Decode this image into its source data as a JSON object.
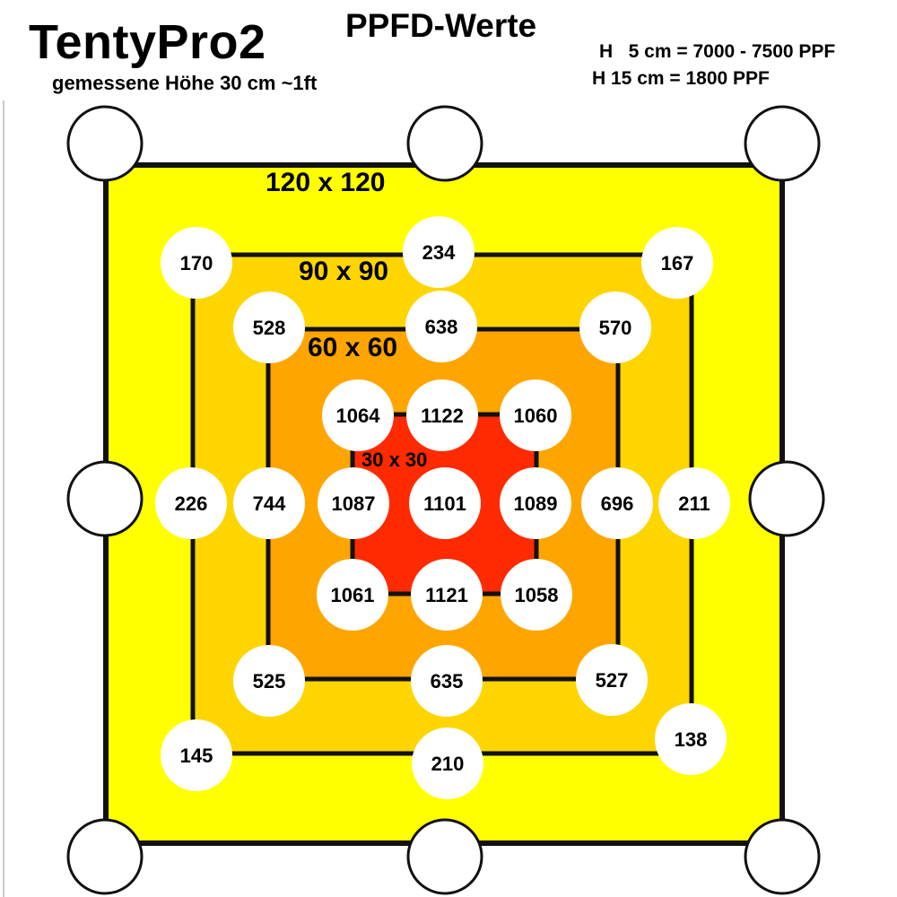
{
  "header": {
    "brand": "TentyPro2",
    "subtitle": "gemessene Höhe 30 cm ~1ft",
    "heading": "PPFD-Werte",
    "note_line1": "H   5 cm = 7000 - 7500 PPF",
    "note_line2": "H 15 cm = 1800 PPF"
  },
  "zones": {
    "outer": {
      "label": "120 x 120",
      "color": "#ffff00"
    },
    "mid": {
      "label": "90 x 90",
      "color": "#ffd500"
    },
    "inner": {
      "label": "60 x 60",
      "color": "#ffa500"
    },
    "core": {
      "label": "30 x 30",
      "color": "#ff2a00"
    }
  },
  "measurements": [
    {
      "id": "outer-top-left",
      "value": "170"
    },
    {
      "id": "outer-top-center",
      "value": "234"
    },
    {
      "id": "outer-top-right",
      "value": "167"
    },
    {
      "id": "outer-middle-left",
      "value": "226"
    },
    {
      "id": "outer-middle-right",
      "value": "211"
    },
    {
      "id": "outer-bottom-left",
      "value": "145"
    },
    {
      "id": "outer-bottom-center",
      "value": "210"
    },
    {
      "id": "outer-bottom-right",
      "value": "138"
    },
    {
      "id": "mid-top-left",
      "value": "528"
    },
    {
      "id": "mid-top-center",
      "value": "638"
    },
    {
      "id": "mid-top-right",
      "value": "570"
    },
    {
      "id": "mid-middle-left",
      "value": "744"
    },
    {
      "id": "mid-middle-right",
      "value": "696"
    },
    {
      "id": "mid-bottom-left",
      "value": "525"
    },
    {
      "id": "mid-bottom-center",
      "value": "635"
    },
    {
      "id": "mid-bottom-right",
      "value": "527"
    },
    {
      "id": "core-top-left",
      "value": "1064"
    },
    {
      "id": "core-top-center",
      "value": "1122"
    },
    {
      "id": "core-top-right",
      "value": "1060"
    },
    {
      "id": "core-middle-left",
      "value": "1087"
    },
    {
      "id": "core-center",
      "value": "1101"
    },
    {
      "id": "core-middle-right",
      "value": "1089"
    },
    {
      "id": "core-bottom-left",
      "value": "1061"
    },
    {
      "id": "core-bottom-center",
      "value": "1121"
    },
    {
      "id": "core-bottom-right",
      "value": "1058"
    }
  ]
}
